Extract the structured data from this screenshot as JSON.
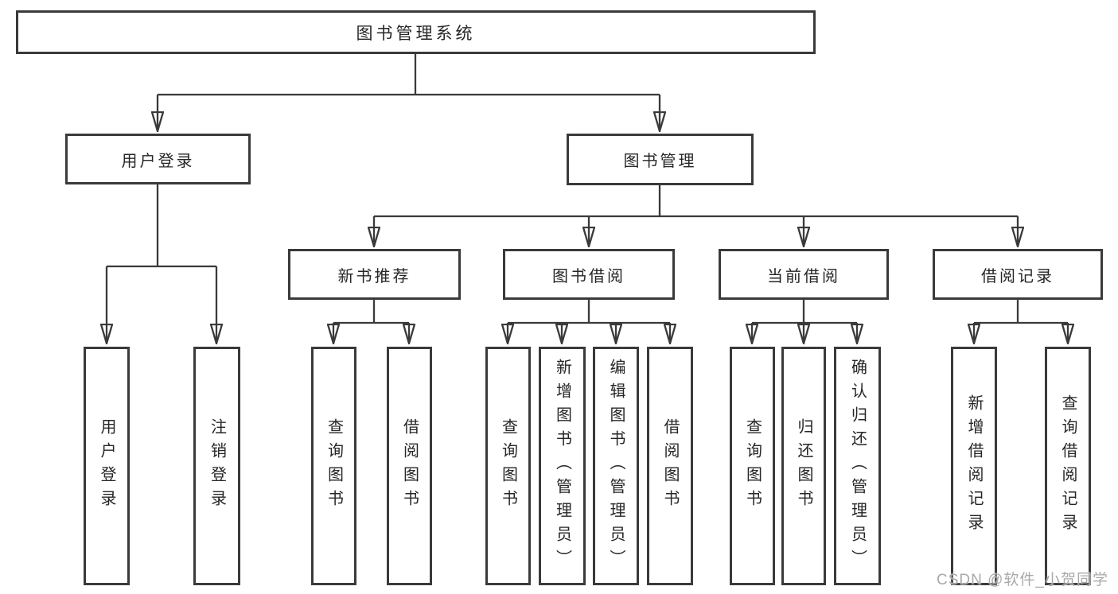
{
  "diagram_title": "图书管理系统",
  "nodes": [
    {
      "id": "system",
      "label": "图书管理系统",
      "parent": null
    },
    {
      "id": "user-login",
      "label": "用户登录",
      "parent": "system"
    },
    {
      "id": "book-management",
      "label": "图书管理",
      "parent": "system"
    },
    {
      "id": "new-book-recommend",
      "label": "新书推荐",
      "parent": "book-management"
    },
    {
      "id": "book-borrowing",
      "label": "图书借阅",
      "parent": "book-management"
    },
    {
      "id": "current-borrowing",
      "label": "当前借阅",
      "parent": "book-management"
    },
    {
      "id": "borrowing-records",
      "label": "借阅记录",
      "parent": "book-management"
    },
    {
      "id": "user-login-action",
      "label": "用户登录",
      "parent": "user-login"
    },
    {
      "id": "logout-action",
      "label": "注销登录",
      "parent": "user-login"
    },
    {
      "id": "query-books-recommend",
      "label": "查询图书",
      "parent": "new-book-recommend"
    },
    {
      "id": "borrow-books-recommend",
      "label": "借阅图书",
      "parent": "new-book-recommend"
    },
    {
      "id": "query-books-borrowing",
      "label": "查询图书",
      "parent": "book-borrowing"
    },
    {
      "id": "add-books-admin",
      "label": "新增图书（管理员）",
      "parent": "book-borrowing"
    },
    {
      "id": "edit-books-admin",
      "label": "编辑图书（管理员）",
      "parent": "book-borrowing"
    },
    {
      "id": "borrow-books-borrowing",
      "label": "借阅图书",
      "parent": "book-borrowing"
    },
    {
      "id": "query-books-current",
      "label": "查询图书",
      "parent": "current-borrowing"
    },
    {
      "id": "return-books",
      "label": "归还图书",
      "parent": "current-borrowing"
    },
    {
      "id": "confirm-return-admin",
      "label": "确认归还（管理员）",
      "parent": "current-borrowing"
    },
    {
      "id": "add-borrow-record",
      "label": "新增借阅记录",
      "parent": "borrowing-records"
    },
    {
      "id": "query-borrow-record",
      "label": "查询借阅记录",
      "parent": "borrowing-records"
    }
  ],
  "watermark": {
    "text": "CSDN @软件_小贺同学"
  },
  "colors": {
    "line": "#3a3a3a",
    "border": "#3a3a3a",
    "text": "#262626",
    "background": "#ffffff",
    "watermark": "#a9a9a9"
  }
}
